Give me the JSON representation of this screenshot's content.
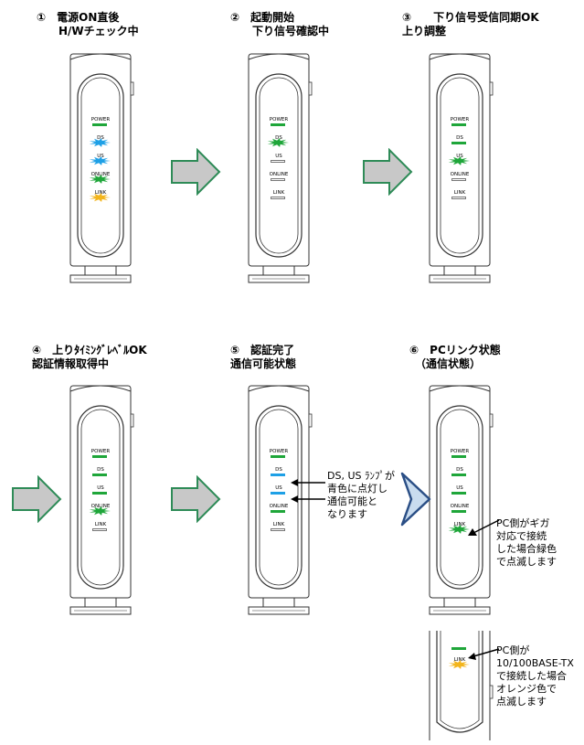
{
  "colors": {
    "green": "#1fa63a",
    "blue": "#1ea0e6",
    "orange": "#f3b51b",
    "arrow_green_stroke": "#2e8b57",
    "arrow_blue_fill": "#c9dcef",
    "arrow_blue_stroke": "#2b4f86"
  },
  "led_labels": {
    "power": "POWER",
    "ds": "DS",
    "us": "US",
    "online": "ONLINE",
    "link": "LINK"
  },
  "steps": [
    {
      "title": "①　電源ON直後\n　　H/Wチェック中",
      "leds": {
        "power": "on-green",
        "ds": "blink-blue",
        "us": "blink-blue",
        "online": "blink-green",
        "link": "blink-orange"
      }
    },
    {
      "title": "②　起動開始\n　　下り信号確認中",
      "leds": {
        "power": "on-green",
        "ds": "blink-green",
        "us": "off",
        "online": "off",
        "link": "off"
      }
    },
    {
      "title": "③　　下り信号受信同期OK\n上り調整",
      "leds": {
        "power": "on-green",
        "ds": "on-green",
        "us": "blink-green",
        "online": "off",
        "link": "off"
      }
    },
    {
      "title": "④　上りﾀｲﾐﾝｸﾞﾚﾍﾞﾙOK\n認証情報取得中",
      "leds": {
        "power": "on-green",
        "ds": "on-green",
        "us": "on-green",
        "online": "blink-green",
        "link": "off"
      }
    },
    {
      "title": "⑤　認証完了\n通信可能状態",
      "leds": {
        "power": "on-green",
        "ds": "on-blue",
        "us": "on-blue",
        "online": "on-green",
        "link": "off"
      }
    },
    {
      "title": "⑥　PCリンク状態\n　（通信状態）",
      "leds": {
        "power": "on-green",
        "ds": "on-green",
        "us": "on-green",
        "online": "on-green",
        "link": "blink-green"
      }
    }
  ],
  "notes": {
    "ds_us_blue": "DS, US ﾗﾝﾌﾟが\n青色に点灯し\n通信可能と\nなります",
    "gigabit": "PC側がギガ\n対応で接続\nした場合緑色\nで点滅します",
    "fast_ethernet": "PC側が\n10/100BASE-TX\nで接続した場合\nオレンジ色で\n点滅します"
  }
}
